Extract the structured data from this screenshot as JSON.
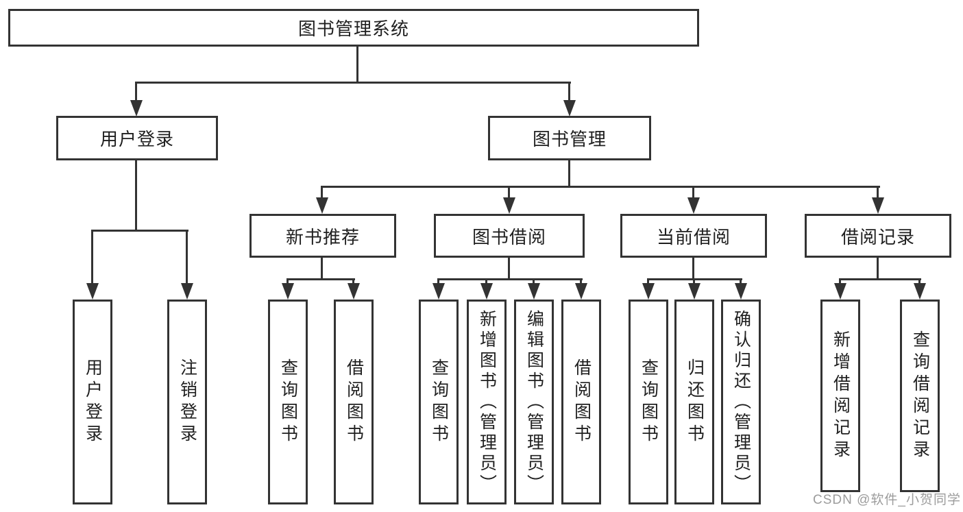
{
  "diagram_type": "hierarchy-tree",
  "colors": {
    "background": "#ffffff",
    "line": "#333333",
    "box_border": "#333333",
    "text": "#1f1f1f",
    "watermark": "#9c9c9c"
  },
  "watermark": {
    "text": "CSDN @软件_小贺同学"
  },
  "tree": {
    "label": "图书管理系统",
    "children": [
      {
        "label": "用户登录",
        "children": [
          {
            "label": "用户登录"
          },
          {
            "label": "注销登录"
          }
        ]
      },
      {
        "label": "图书管理",
        "children": [
          {
            "label": "新书推荐",
            "children": [
              {
                "label": "查询图书"
              },
              {
                "label": "借阅图书"
              }
            ]
          },
          {
            "label": "图书借阅",
            "children": [
              {
                "label": "查询图书"
              },
              {
                "label": "新增图书（管理员）"
              },
              {
                "label": "编辑图书（管理员）"
              },
              {
                "label": "借阅图书"
              }
            ]
          },
          {
            "label": "当前借阅",
            "children": [
              {
                "label": "查询图书"
              },
              {
                "label": "归还图书"
              },
              {
                "label": "确认归还（管理员）"
              }
            ]
          },
          {
            "label": "借阅记录",
            "children": [
              {
                "label": "新增借阅记录"
              },
              {
                "label": "查询借阅记录"
              }
            ]
          }
        ]
      }
    ]
  }
}
